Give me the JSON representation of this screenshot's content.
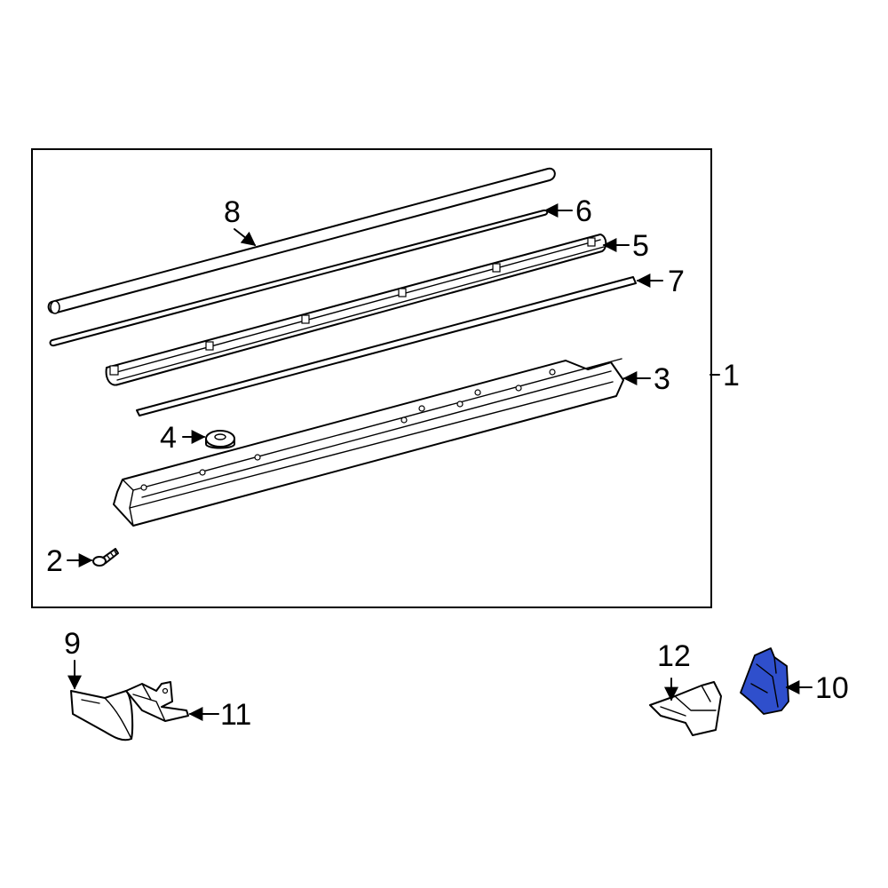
{
  "diagram": {
    "highlight_color": "#2f4fcc",
    "callouts": {
      "c1": "1",
      "c2": "2",
      "c3": "3",
      "c4": "4",
      "c5": "5",
      "c6": "6",
      "c7": "7",
      "c8": "8",
      "c9": "9",
      "c10": "10",
      "c11": "11",
      "c12": "12"
    }
  }
}
